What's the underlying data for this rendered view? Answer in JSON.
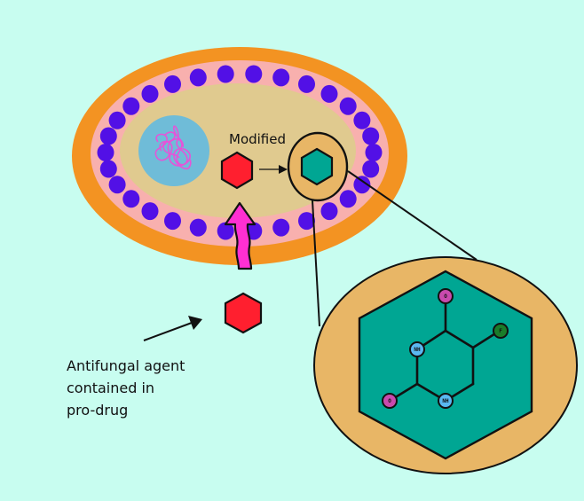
{
  "title": "Antifungal pro-drug activation diagram",
  "labels": {
    "modified": "Modified",
    "caption_line1": "Antifungal agent",
    "caption_line2": "contained in",
    "caption_line3": "pro-drug"
  },
  "molecule": {
    "atoms": [
      {
        "id": "o_top",
        "label": "O",
        "kind": "oxygen"
      },
      {
        "id": "f",
        "label": "F",
        "kind": "fluorine"
      },
      {
        "id": "nh_left",
        "label": "NH",
        "kind": "nitrogen"
      },
      {
        "id": "nh_bottom",
        "label": "NH",
        "kind": "nitrogen"
      },
      {
        "id": "o_left",
        "label": "O",
        "kind": "oxygen"
      }
    ]
  },
  "colors": {
    "background": "#c8fdf0",
    "cell_wall": "#f39322",
    "membrane": "#f8b0ae",
    "membrane_dots": "#5210e6",
    "cytoplasm": "#e0ca8f",
    "nucleus": "#6fbcd8",
    "dna": "#e455d8",
    "prodrug": "#ff1f2f",
    "active_drug": "#00a693",
    "zoom_circle": "#e8b666",
    "uptake_arrow": "#ff2fd2",
    "oxygen": "#c94aae",
    "nitrogen": "#5ab8f0",
    "fluorine": "#1a7d2a"
  }
}
